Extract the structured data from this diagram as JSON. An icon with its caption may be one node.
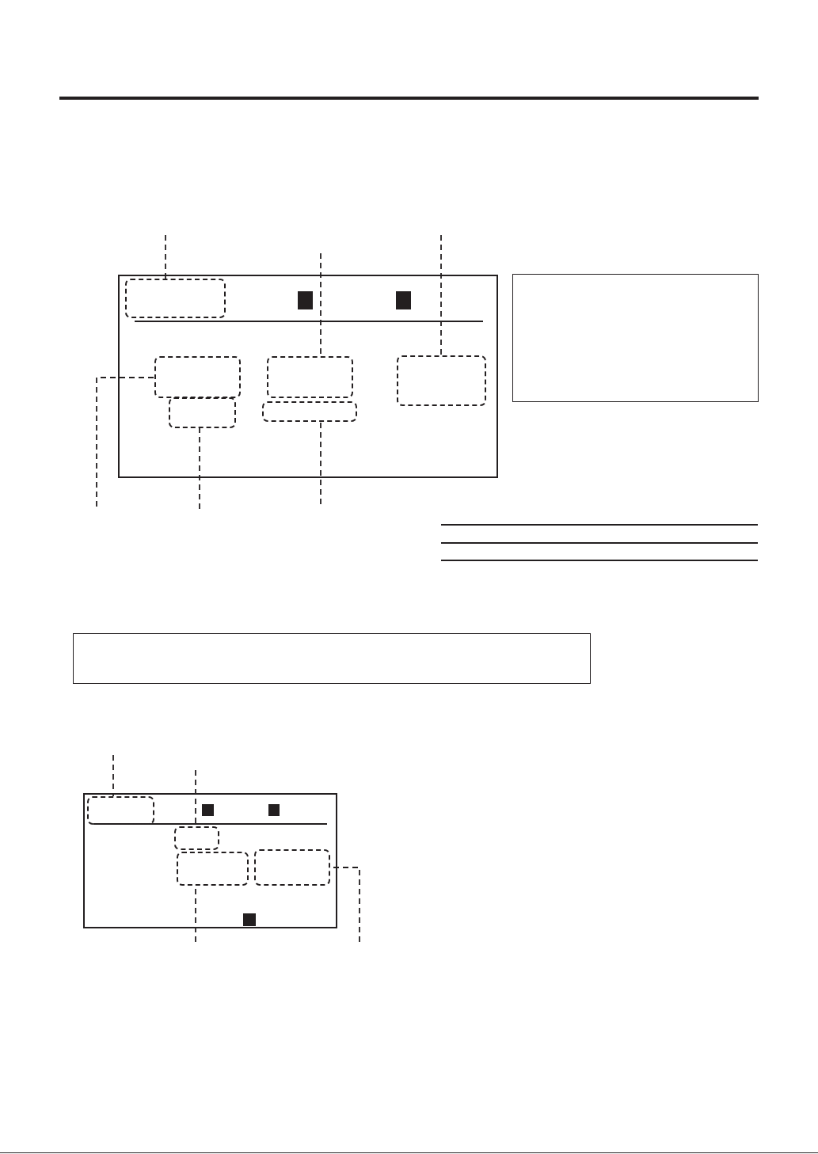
{
  "diagram": {
    "nodes": [
      {
        "text": [],
        "shape": "box"
      },
      {
        "text": [],
        "shape": "box",
        "in": 0
      },
      {
        "text": [],
        "shape": "box",
        "in": 0
      },
      {
        "text": [],
        "shape": "box",
        "in": 0
      },
      {
        "text": [],
        "shape": "box",
        "in": 0
      },
      {
        "text": [],
        "shape": "box",
        "in": 0
      },
      {
        "text": [],
        "shape": "box",
        "in": 0
      },
      {
        "text": [],
        "shape": "box"
      },
      {
        "text": [],
        "shape": "box"
      },
      {
        "text": [],
        "shape": "box"
      },
      {
        "text": [],
        "shape": "box",
        "in": 9
      },
      {
        "text": [],
        "shape": "box",
        "in": 9
      },
      {
        "text": [],
        "shape": "box",
        "in": 9
      },
      {
        "text": [],
        "shape": "box",
        "in": 9
      }
    ],
    "edges": [
      {
        "from": null,
        "to": 1,
        "arrow": "none",
        "style": "dashed"
      },
      {
        "from": null,
        "to": 3,
        "arrow": "none",
        "style": "dashed"
      },
      {
        "from": null,
        "to": 4,
        "arrow": "none",
        "style": "dashed"
      },
      {
        "from": null,
        "to": 2,
        "arrow": "none",
        "style": "dashed"
      },
      {
        "from": null,
        "to": 5,
        "arrow": "none",
        "style": "dashed"
      },
      {
        "from": null,
        "to": 6,
        "arrow": "none",
        "style": "dashed"
      },
      {
        "from": null,
        "to": 10,
        "arrow": "none",
        "style": "dashed"
      },
      {
        "from": null,
        "to": 11,
        "arrow": "none",
        "style": "dashed"
      },
      {
        "from": null,
        "to": 12,
        "arrow": "none",
        "style": "dashed"
      },
      {
        "from": null,
        "to": 13,
        "arrow": "none",
        "style": "dashed"
      }
    ]
  }
}
